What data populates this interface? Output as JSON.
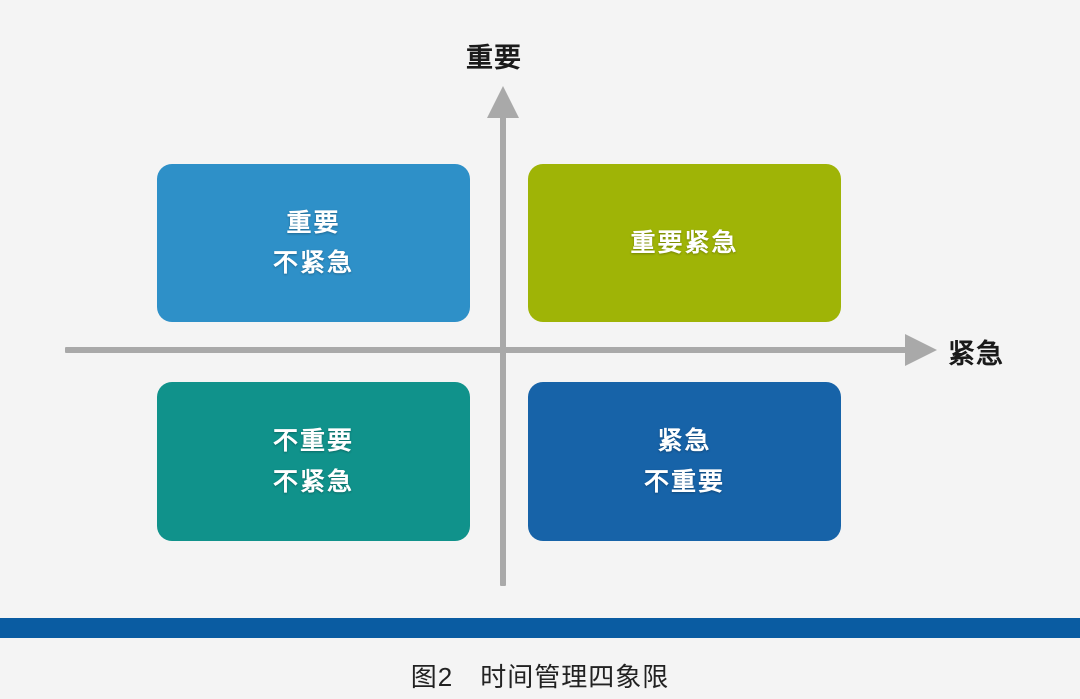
{
  "figure": {
    "caption": "图2　时间管理四象限",
    "background_color": "#f4f4f4",
    "rule_color": "#0a5ca2"
  },
  "axes": {
    "vertical": {
      "label": "重要",
      "arrow": "arrow-up-icon",
      "color": "#a9a9a9"
    },
    "horizontal": {
      "label": "紧急",
      "arrow": "arrow-right-icon",
      "color": "#a9a9a9"
    }
  },
  "chart_data": {
    "type": "diagram",
    "title": "图2　时间管理四象限",
    "xlabel": "紧急",
    "ylabel": "重要",
    "quadrants": [
      {
        "id": "important-not-urgent",
        "position": "top-left",
        "lines": [
          "重要",
          "不紧急"
        ],
        "color": "#2e90c8",
        "shadow_color": "#1d76aa"
      },
      {
        "id": "important-urgent",
        "position": "top-right",
        "lines": [
          "重要紧急"
        ],
        "color": "#9fb406",
        "shadow_color": "#808f05"
      },
      {
        "id": "not-important-not-urgent",
        "position": "bottom-left",
        "lines": [
          "不重要",
          "不紧急"
        ],
        "color": "#10928b",
        "shadow_color": "#0b7570"
      },
      {
        "id": "urgent-not-important",
        "position": "bottom-right",
        "lines": [
          "紧急",
          "不重要"
        ],
        "color": "#1763a8",
        "shadow_color": "#0f4c85"
      }
    ]
  }
}
